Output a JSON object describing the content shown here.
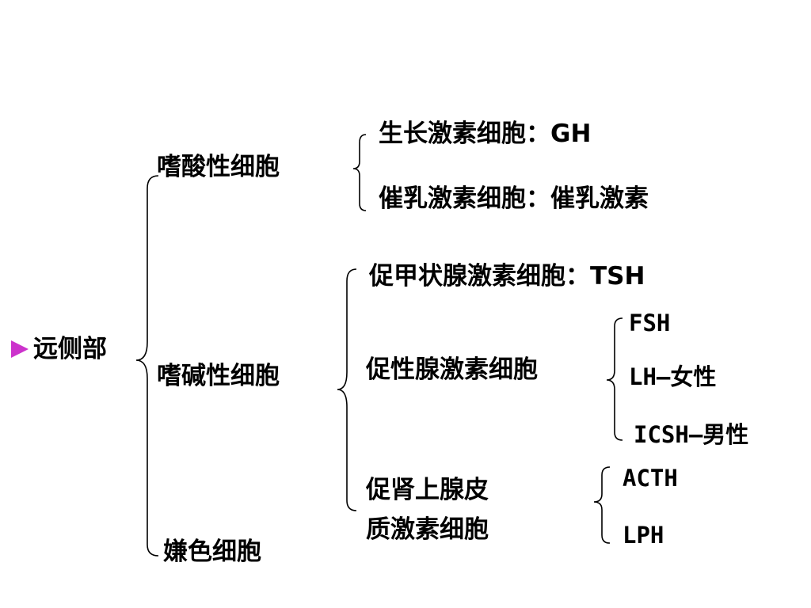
{
  "root": {
    "label": "远侧部",
    "bullet_color": "#cc33cc"
  },
  "acidophil": {
    "label": "嗜酸性细胞",
    "items": [
      "生长激素细胞：GH",
      "催乳激素细胞：催乳激素"
    ]
  },
  "basophil": {
    "label": "嗜碱性细胞",
    "tsh": "促甲状腺激素细胞：TSH",
    "gonadotroph": {
      "label": "促性腺激素细胞",
      "items": [
        "FSH",
        "LH—女性",
        "ICSH—男性"
      ]
    },
    "corticotroph": {
      "label_line1": "促肾上腺皮",
      "label_line2": "质激素细胞",
      "items": [
        "ACTH",
        "LPH"
      ]
    }
  },
  "chromophobe": {
    "label": "嫌色细胞"
  }
}
